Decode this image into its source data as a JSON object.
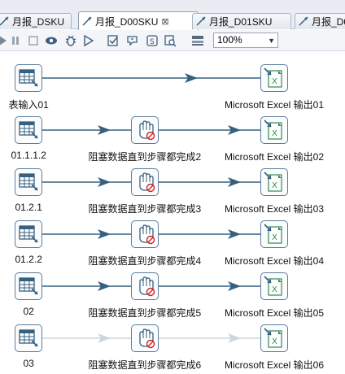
{
  "tabs": [
    {
      "label": "月报_DSKU",
      "active": false
    },
    {
      "label": "月报_D00SKU",
      "active": true,
      "close": "⊠"
    },
    {
      "label": "月报_D01SKU",
      "active": false
    },
    {
      "label": "月报_D0",
      "active": false
    }
  ],
  "toolbar": {
    "zoom": "100%",
    "icons": [
      "run-icon",
      "pause-icon",
      "stop-icon",
      "preview-icon",
      "debug-icon",
      "replay-icon",
      "verify-icon",
      "impact-icon",
      "sql-icon",
      "explore-icon",
      "results-icon"
    ]
  },
  "rows": [
    {
      "source": "表输入01",
      "block": "",
      "target": "Microsoft Excel 输出01",
      "disabled": false
    },
    {
      "source": "01.1.1.2",
      "block": "阻塞数据直到步骤都完成2",
      "target": "Microsoft Excel 输出02",
      "disabled": false
    },
    {
      "source": "01.2.1",
      "block": "阻塞数据直到步骤都完成3",
      "target": "Microsoft Excel 输出03",
      "disabled": false
    },
    {
      "source": "01.2.2",
      "block": "阻塞数据直到步骤都完成4",
      "target": "Microsoft Excel 输出04",
      "disabled": false
    },
    {
      "source": "02",
      "block": "阻塞数据直到步骤都完成5",
      "target": "Microsoft Excel 输出05",
      "disabled": false
    },
    {
      "source": "03",
      "block": "阻塞数据直到步骤都完成6",
      "target": "Microsoft Excel 输出06",
      "disabled": true
    }
  ],
  "colors": {
    "hop": "#35607f",
    "hop_disabled": "#cfd5dc",
    "excel": "#2e8b4e",
    "stop": "#cc2222"
  }
}
